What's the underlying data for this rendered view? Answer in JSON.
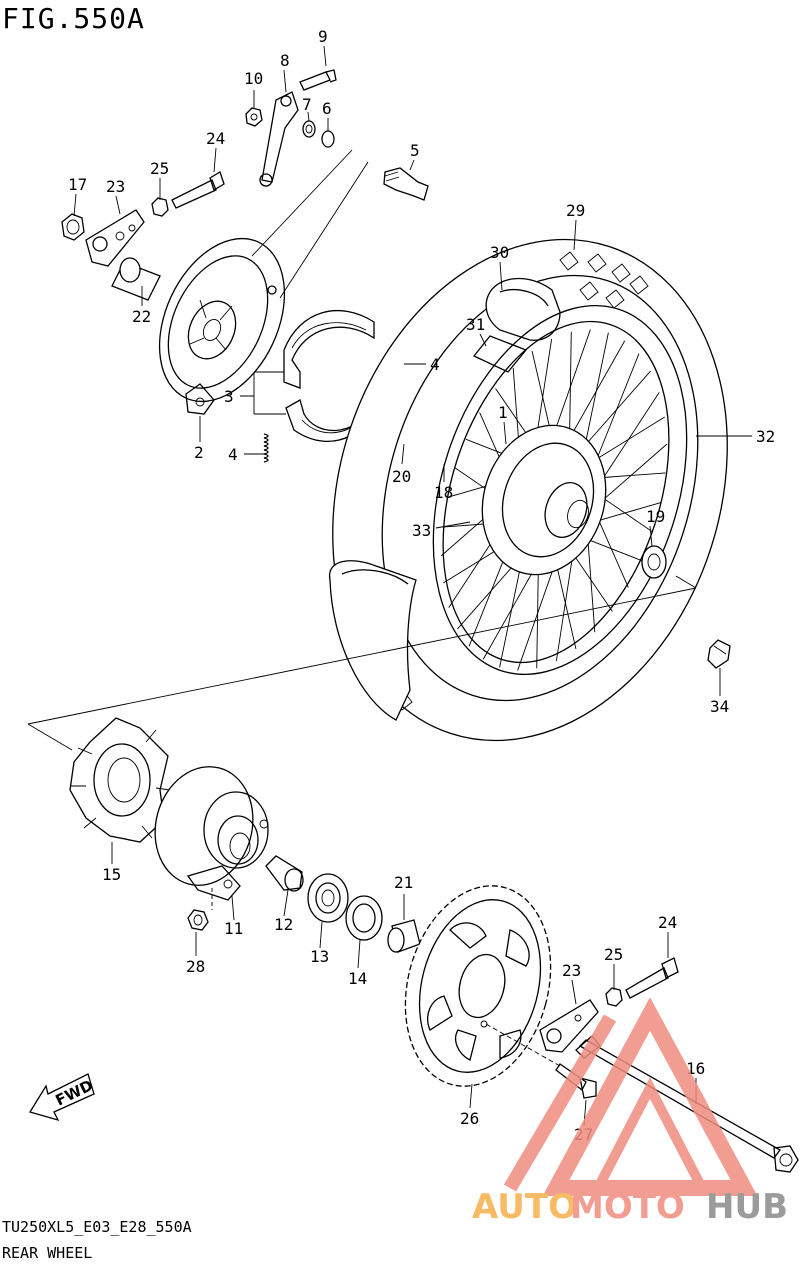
{
  "figure": {
    "title": "FIG.550A"
  },
  "footer": {
    "code": "TU250XL5_E03_E28_550A",
    "name": "REAR WHEEL"
  },
  "fwd_label": "FWD",
  "watermark": {
    "part1": "AUTO",
    "part2": "MOTO",
    "part3": "HUB",
    "color_red": "#f08c80",
    "color_orange": "#f5b04a",
    "color_gray": "#8a8a8a"
  },
  "callouts": [
    {
      "id": "p9",
      "text": "9"
    },
    {
      "id": "p8",
      "text": "8"
    },
    {
      "id": "p10",
      "text": "10"
    },
    {
      "id": "p7",
      "text": "7"
    },
    {
      "id": "p6",
      "text": "6"
    },
    {
      "id": "p5",
      "text": "5"
    },
    {
      "id": "p24a",
      "text": "24"
    },
    {
      "id": "p17",
      "text": "17"
    },
    {
      "id": "p23a",
      "text": "23"
    },
    {
      "id": "p25a",
      "text": "25"
    },
    {
      "id": "p29",
      "text": "29"
    },
    {
      "id": "p30",
      "text": "30"
    },
    {
      "id": "p31",
      "text": "31"
    },
    {
      "id": "p22",
      "text": "22"
    },
    {
      "id": "p4a",
      "text": "4"
    },
    {
      "id": "p3",
      "text": "3"
    },
    {
      "id": "p2",
      "text": "2"
    },
    {
      "id": "p4b",
      "text": "4"
    },
    {
      "id": "p20",
      "text": "20"
    },
    {
      "id": "p18",
      "text": "18"
    },
    {
      "id": "p1",
      "text": "1"
    },
    {
      "id": "p32",
      "text": "32"
    },
    {
      "id": "p19",
      "text": "19"
    },
    {
      "id": "p33",
      "text": "33"
    },
    {
      "id": "p34",
      "text": "34"
    },
    {
      "id": "p15",
      "text": "15"
    },
    {
      "id": "p11",
      "text": "11"
    },
    {
      "id": "p28",
      "text": "28"
    },
    {
      "id": "p12",
      "text": "12"
    },
    {
      "id": "p13",
      "text": "13"
    },
    {
      "id": "p14",
      "text": "14"
    },
    {
      "id": "p21",
      "text": "21"
    },
    {
      "id": "p24b",
      "text": "24"
    },
    {
      "id": "p25b",
      "text": "25"
    },
    {
      "id": "p23b",
      "text": "23"
    },
    {
      "id": "p16",
      "text": "16"
    },
    {
      "id": "p26",
      "text": "26"
    },
    {
      "id": "p27",
      "text": "27"
    }
  ]
}
